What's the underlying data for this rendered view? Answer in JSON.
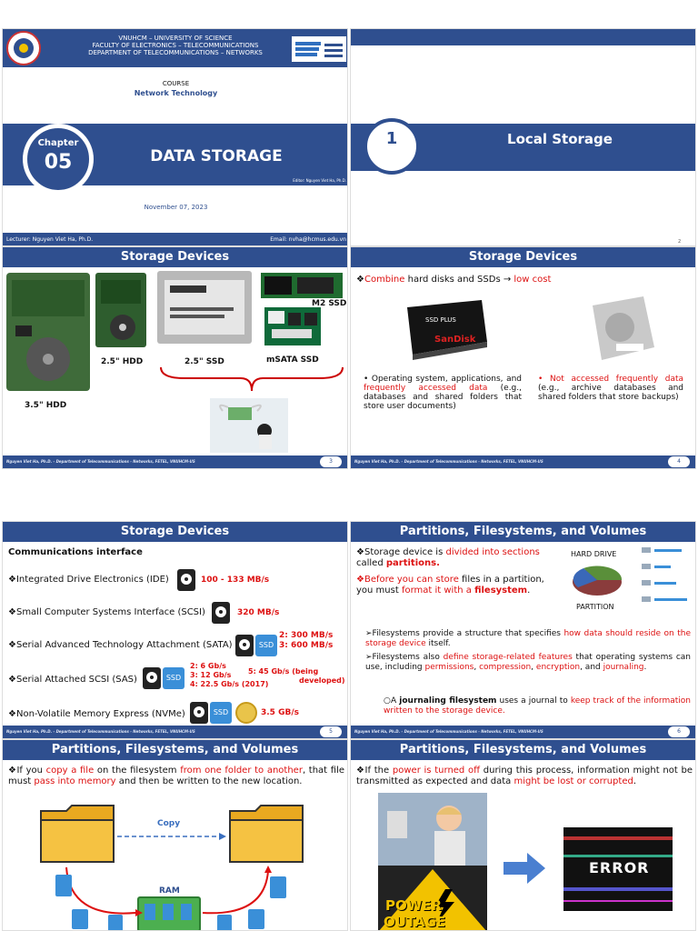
{
  "slide1": {
    "university": "VNUHCM – UNIVERSITY OF SCIENCE",
    "faculty": "FACULTY OF ELECTRONICS – TELECOMMUNICATIONS",
    "department": "DEPARTMENT OF TELECOMMUNICATIONS – NETWORKS",
    "course_label": "COURSE",
    "course_name": "Network Technology",
    "chapter_label": "Chapter",
    "chapter_num": "05",
    "title": "DATA STORAGE",
    "editor": "Editor: Nguyen Viet Ha, Ph.D.",
    "date": "November 07, 2023",
    "lecturer": "Lecturer: Nguyen Viet Ha, Ph.D.",
    "email": "Email: nvha@hcmus.edu.vn"
  },
  "slide2": {
    "num": "1",
    "title": "Local Storage",
    "page": "2"
  },
  "footer_text": "Nguyen Viet Ha, Ph.D.   -   Department of Telecommunications - Networks, FETEL, VNUHCM-US",
  "slide3": {
    "title": "Storage Devices",
    "m2": "M2 SSD",
    "hdd25": "2.5\" HDD",
    "ssd25": "2.5\" SSD",
    "msata": "mSATA SSD",
    "hdd35": "3.5\" HDD",
    "page": "3"
  },
  "slide4": {
    "title": "Storage Devices",
    "combine_a": "Combine",
    "combine_b": " hard disks and SSDs → ",
    "combine_c": "low cost",
    "ssd_label": "SSD PLUS",
    "ssd_brand": "SanDisk",
    "left_a": "Operating system, applications, and ",
    "left_b": "frequently accessed data",
    "left_c": " (e.g., databases and shared folders that store user documents)",
    "right_a": "Not accessed frequently data",
    "right_b": " (e.g., archive databases and shared folders that store backups)",
    "page": "4"
  },
  "slide5": {
    "title": "Storage Devices",
    "heading": "Communications interface",
    "ide": "Integrated Drive Electronics (IDE)",
    "ide_speed": "100 - 133 MB/s",
    "scsi": "Small Computer Systems Interface (SCSI)",
    "scsi_speed": "320 MB/s",
    "sata": "Serial Advanced Technology Attachment (SATA)",
    "sata_s2": "2: 300 MB/s",
    "sata_s3": "3: 600 MB/s",
    "sas": "Serial Attached SCSI (SAS)",
    "sas_s2": "2: 6 Gb/s",
    "sas_s3": "3: 12 Gb/s",
    "sas_s4": "4: 22.5 Gb/s (2017)",
    "sas_s5a": "5: 45 Gb/s (being",
    "sas_s5b": "developed)",
    "nvme": "Non-Volatile Memory Express (NVMe)",
    "nvme_speed": "3.5 GB/s",
    "ssd_icon": "SSD",
    "page": "5"
  },
  "slide6": {
    "title": "Partitions, Filesystems, and Volumes",
    "p1a": "Storage device is ",
    "p1b": "divided into sections",
    "p1c": " called ",
    "p1d": "partitions.",
    "p2a": "Before you can ",
    "p2b": "store",
    "p2c": " files in a partition, you must ",
    "p2d": "format it with a ",
    "p2e": "filesystem",
    "p2f": ".",
    "hard_drive": "HARD DRIVE",
    "partition": "PARTITION",
    "b1a": "Filesystems provide a structure that specifies ",
    "b1b": "how data should reside on the storage device",
    "b1c": " itself.",
    "b2a": "Filesystems also ",
    "b2b": "define storage-related features",
    "b2c": " that operating systems can use, including ",
    "b2d": "permissions",
    "b2e": ", ",
    "b2f": "compression",
    "b2g": ", ",
    "b2h": "encryption",
    "b2i": ", and ",
    "b2j": "journaling",
    "b2k": ".",
    "c1a": "A ",
    "c1b": "journaling filesystem",
    "c1c": " uses a journal to ",
    "c1d": "keep track of the information written to the storage device.",
    "page": "6"
  },
  "slide7": {
    "title": "Partitions, Filesystems, and Volumes",
    "a": "If you ",
    "b": "copy a file",
    "c": " on the filesystem ",
    "d": "from one folder to another",
    "e": ", that file must ",
    "f": "pass into memory",
    "g": " and then be written to the new location.",
    "copy": "Copy",
    "ram": "RAM"
  },
  "slide8": {
    "title": "Partitions, Filesystems, and Volumes",
    "a": "If the ",
    "b": "power is turned off",
    "c": " during this process, information might not be transmitted as expected and data ",
    "d": "might be lost or corrupted",
    "e": ".",
    "power": "POWER",
    "outage": "OUTAGE",
    "error": "ERROR"
  },
  "colors": {
    "brand": "#2f4f8f",
    "accent": "#d11111",
    "folder": "#f5c242"
  }
}
